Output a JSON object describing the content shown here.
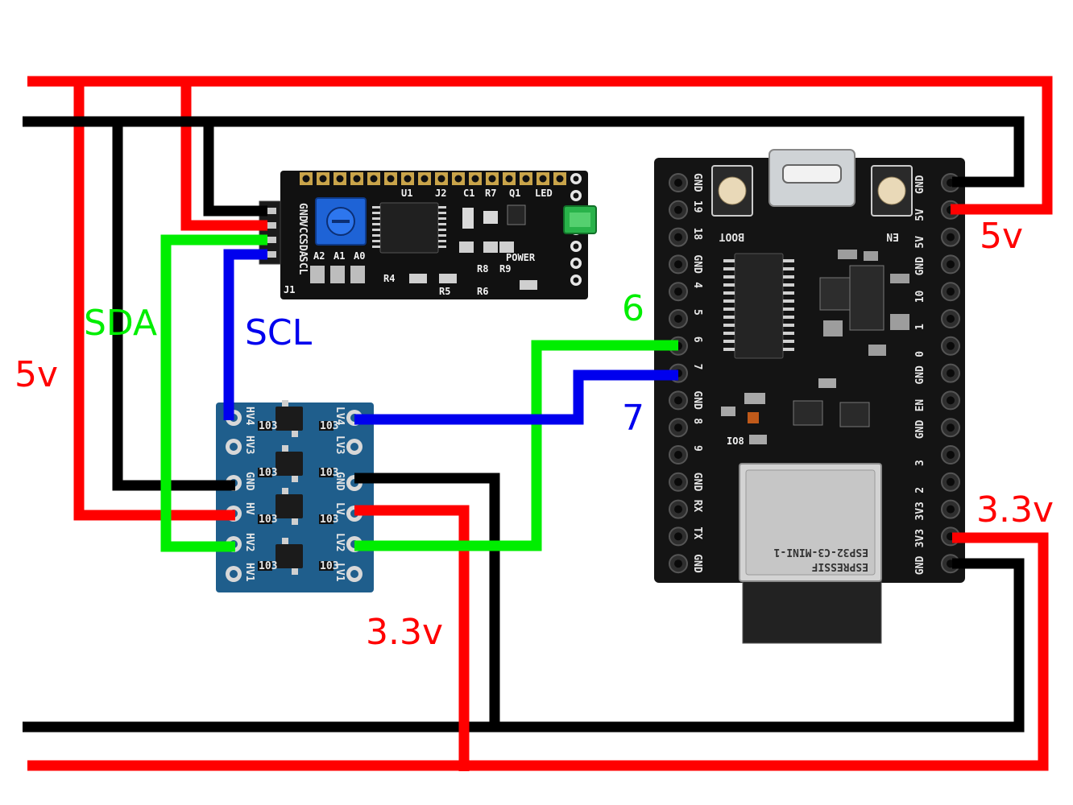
{
  "colors": {
    "power_5v": "#ff0000",
    "power_3v3": "#ff0000",
    "ground": "#000000",
    "sda": "#00ee00",
    "scl": "#0000ee",
    "lcd_backpack_pcb": "#111111",
    "level_shifter_pcb": "#1f5e8c",
    "esp32_board_pcb": "#141414"
  },
  "labels": {
    "left_5v": "5v",
    "sda": "SDA",
    "scl": "SCL",
    "esp_pin_6": "6",
    "esp_pin_7": "7",
    "esp_5v": "5v",
    "esp_3v3": "3.3v",
    "shifter_3v3": "3.3v"
  },
  "lcd_backpack": {
    "pins": [
      "GND",
      "VCC",
      "SDA",
      "SCL"
    ],
    "marks": [
      "U1",
      "J2",
      "C1",
      "R7",
      "Q1",
      "LED",
      "A0",
      "A1",
      "A2",
      "R4",
      "R5",
      "R6",
      "R8",
      "R9",
      "POWER",
      "J1"
    ]
  },
  "level_shifter": {
    "hv_pins": [
      "HV4",
      "HV3",
      "GND",
      "HV",
      "HV2",
      "HV1"
    ],
    "lv_pins": [
      "LV4",
      "LV3",
      "GND",
      "LV",
      "LV2",
      "LV1"
    ],
    "resistor_marks": [
      "103",
      "103",
      "103",
      "103",
      "103",
      "103",
      "103",
      "103"
    ]
  },
  "esp32_board": {
    "left_pins": [
      "GND",
      "19",
      "18",
      "GND",
      "4",
      "5",
      "6",
      "7",
      "GND",
      "8",
      "9",
      "GND",
      "RX",
      "TX",
      "GND"
    ],
    "right_pins": [
      "GND",
      "5V",
      "5V",
      "GND",
      "10",
      "1",
      "0",
      "GND",
      "EN",
      "GND",
      "3",
      "2",
      "3V3",
      "3V3",
      "GND"
    ],
    "button_labels": [
      "BOOT",
      "EN"
    ],
    "module_text": [
      "ESPRESSIF",
      "ESP32-C3-MINI-1"
    ],
    "marks": [
      "IO8"
    ]
  }
}
